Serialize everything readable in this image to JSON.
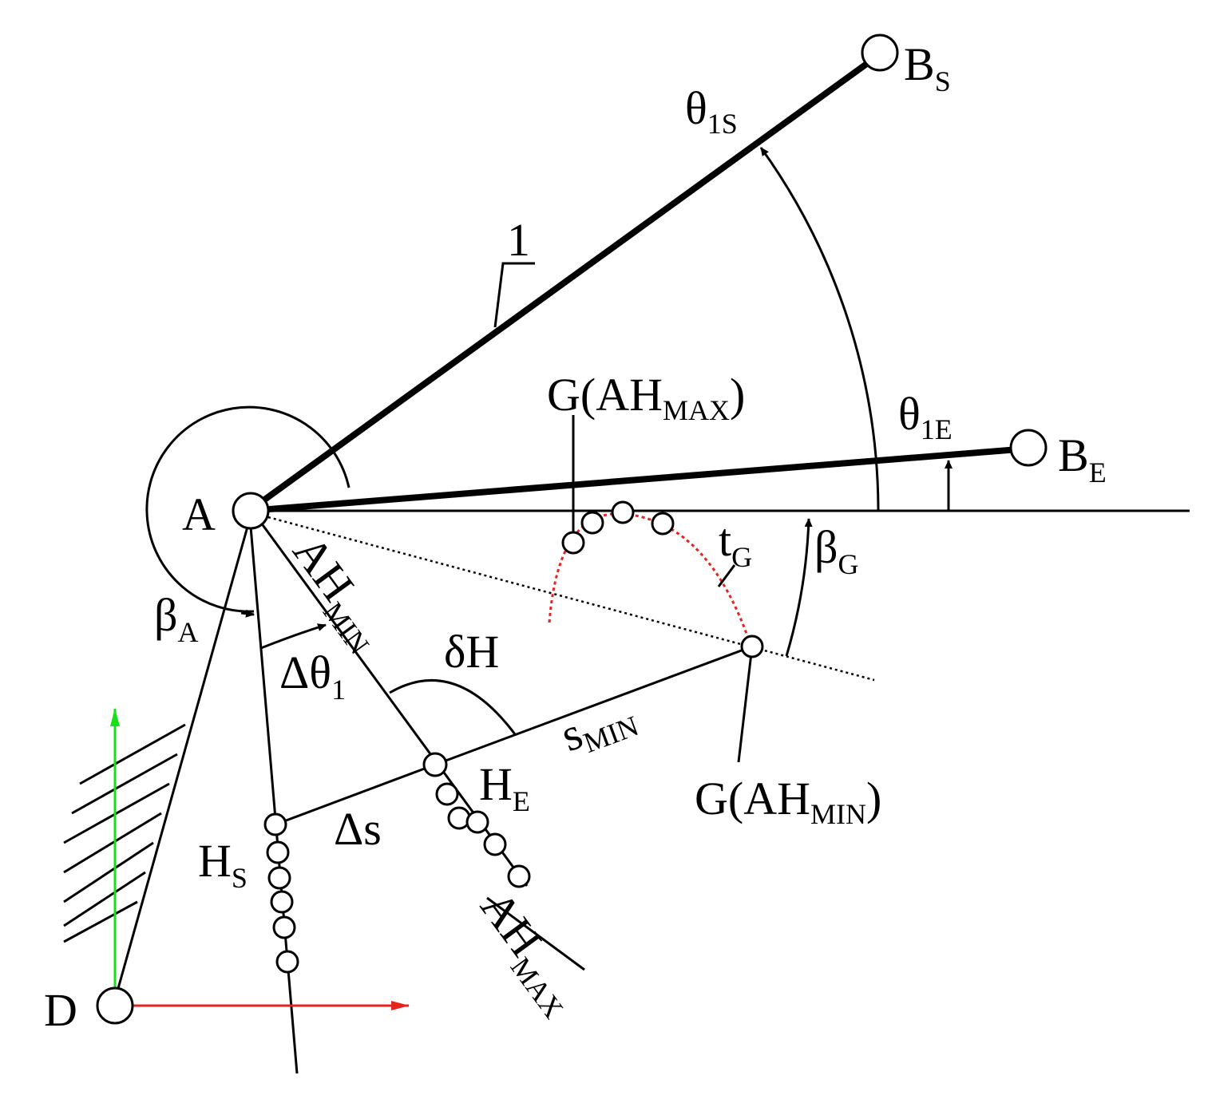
{
  "diagram": {
    "points": {
      "A": "A",
      "B_S": {
        "base": "B",
        "sub": "S"
      },
      "B_E": {
        "base": "B",
        "sub": "E"
      },
      "D": "D",
      "H_S": {
        "base": "H",
        "sub": "S"
      },
      "H_E": {
        "base": "H",
        "sub": "E"
      }
    },
    "link_number": "1",
    "angles": {
      "theta_1S": {
        "base": "θ",
        "sub": "1S"
      },
      "theta_1E": {
        "base": "θ",
        "sub": "1E"
      },
      "beta_G": {
        "base": "β",
        "sub": "G"
      },
      "beta_A": {
        "base": "β",
        "sub": "A"
      },
      "delta_theta_1": {
        "base": "Δθ",
        "sub": "1"
      },
      "delta_H": "δH"
    },
    "lines": {
      "AH_MIN": {
        "base": "AH",
        "sub": "MIN"
      },
      "AH_MAX": {
        "base": "AH",
        "sub": "MAX"
      },
      "s_MIN": {
        "base": "s",
        "sub": "MIN"
      },
      "delta_s": "Δs",
      "t_G": {
        "base": "t",
        "sub": "G"
      }
    },
    "callouts": {
      "G_AH_MAX": {
        "pre": "G(AH",
        "sub": "MAX",
        "post": ")"
      },
      "G_AH_MIN": {
        "pre": "G(AH",
        "sub": "MIN",
        "post": ")"
      }
    },
    "colors": {
      "axis_x": "#e8231f",
      "axis_y": "#18e018",
      "trajectory": "#e8231f",
      "ink": "#000000"
    }
  }
}
